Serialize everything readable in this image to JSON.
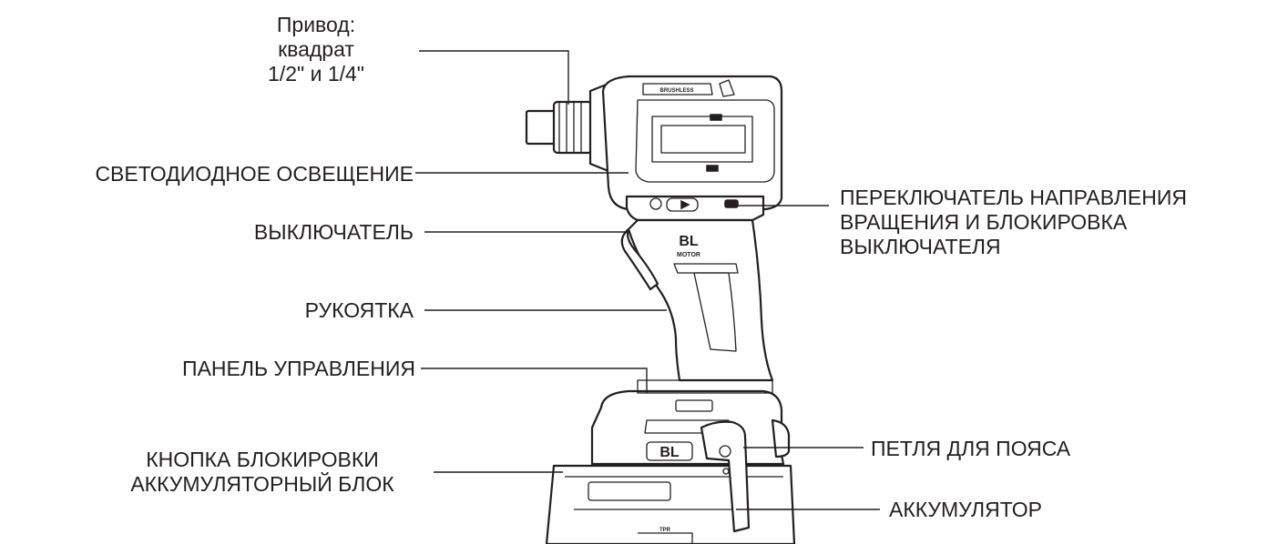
{
  "labels": {
    "drive": "Привод:\nквадрат\n1/2\" и 1/4\"",
    "led": "СВЕТОДИОДНОЕ ОСВЕЩЕНИЕ",
    "switch": "ВЫКЛЮЧАТЕЛЬ",
    "handle": "РУКОЯТКА",
    "control_panel": "ПАНЕЛЬ УПРАВЛЕНИЯ",
    "battery_lock": "КНОПКА БЛОКИРОВКИ\nАККУМУЛЯТОРНЫЙ БЛОК",
    "direction_switch": "ПЕРЕКЛЮЧАТЕЛЬ НАПРАВЛЕНИЯ\nВРАЩЕНИЯ И БЛОКИРОВКА\nВЫКЛЮЧАТЕЛЯ",
    "belt_clip": "ПЕТЛЯ ДЛЯ ПОЯСА",
    "battery": "АККУМУЛЯТОР"
  },
  "tool_markings": {
    "brushless": "BRUSHLESS",
    "bl": "BL",
    "motor": "MOTOR",
    "tpr": "TPR"
  },
  "colors": {
    "ink": "#231f20",
    "background": "#ffffff"
  }
}
